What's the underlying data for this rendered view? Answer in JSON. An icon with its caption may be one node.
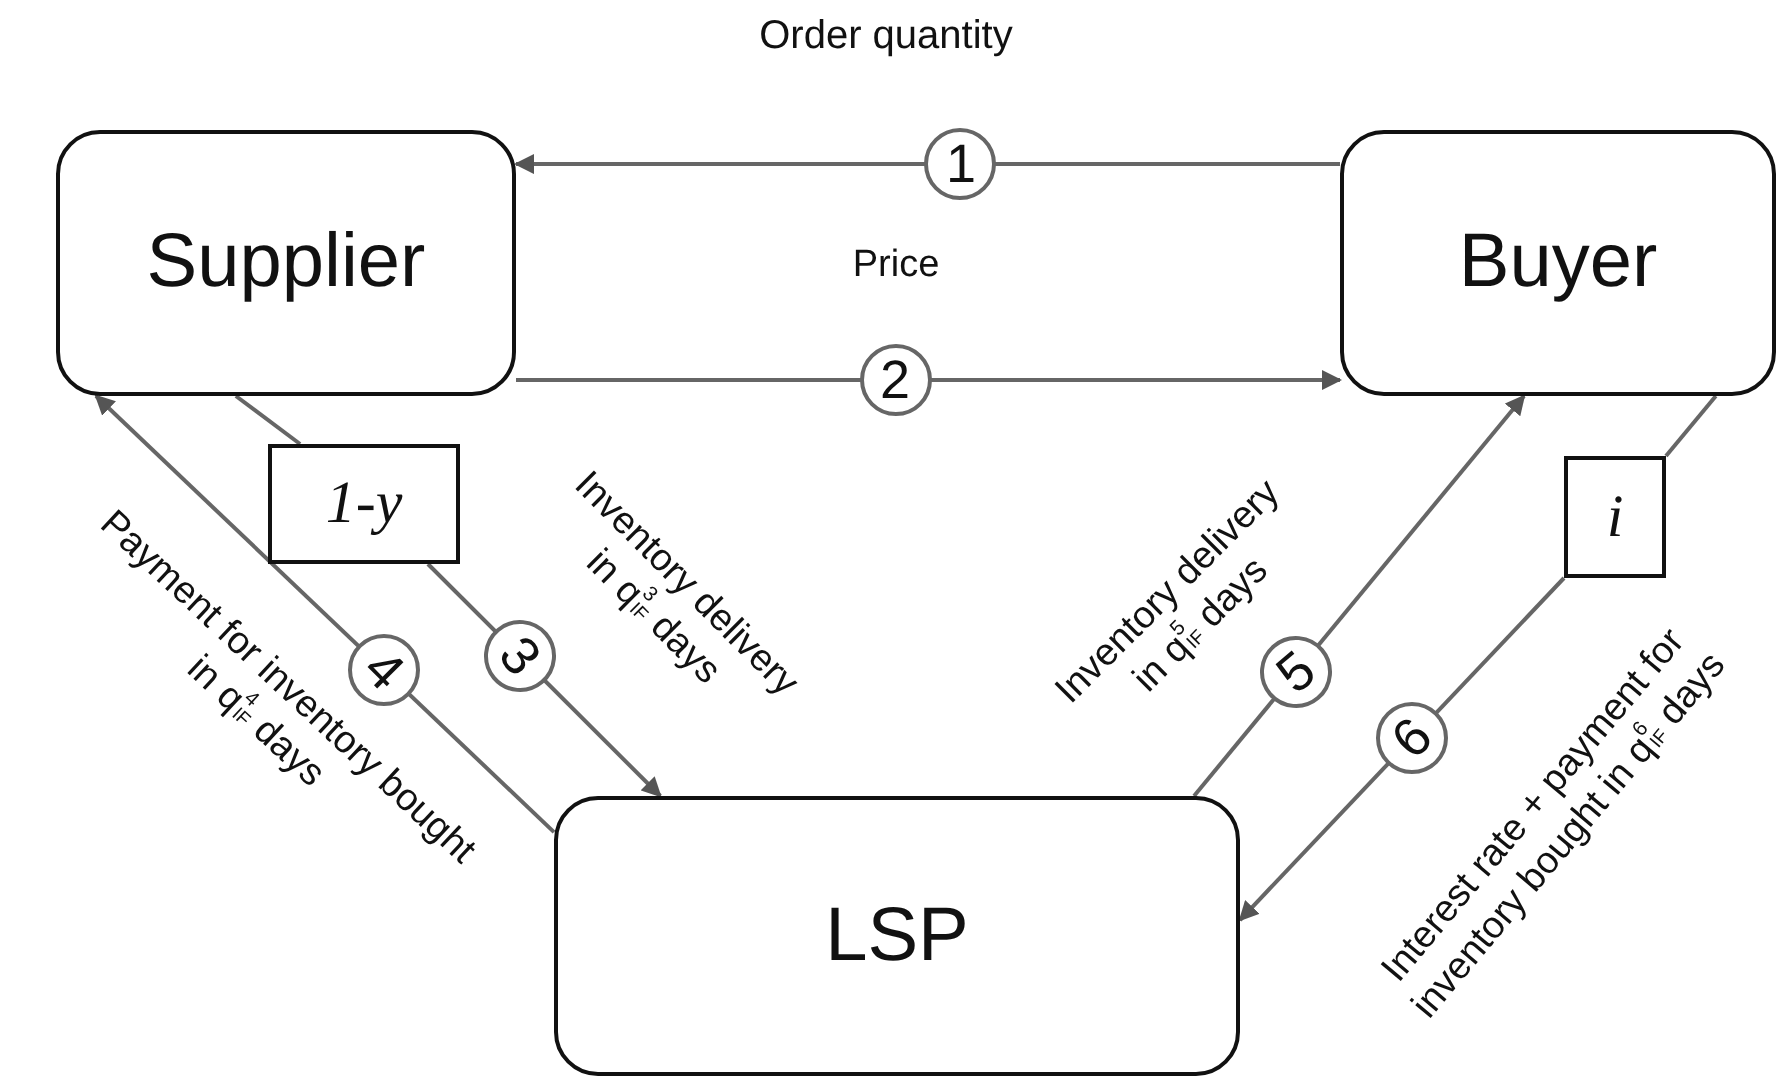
{
  "diagram": {
    "nodes": [
      {
        "text": [
          "Supplier"
        ]
      },
      {
        "text": [
          "Buyer"
        ]
      },
      {
        "text": [
          "LSP"
        ]
      },
      {
        "text": [
          "1-y"
        ]
      },
      {
        "text": [
          "i"
        ]
      }
    ],
    "edges": [
      {
        "from": 1,
        "to": 0,
        "arrow": "to",
        "label": "1"
      },
      {
        "from": 0,
        "to": 1,
        "arrow": "to",
        "label": "2"
      },
      {
        "from": 0,
        "to": 3,
        "arrow": "none"
      },
      {
        "from": 3,
        "to": 2,
        "arrow": "to",
        "label": "3"
      },
      {
        "from": 2,
        "to": 0,
        "arrow": "to",
        "label": "4"
      },
      {
        "from": 2,
        "to": 1,
        "arrow": "to",
        "label": "5"
      },
      {
        "from": 1,
        "to": 4,
        "arrow": "none"
      },
      {
        "from": 4,
        "to": 2,
        "arrow": "to",
        "label": "6"
      }
    ],
    "labels": [
      "Order quantity",
      "Price",
      "Payment for inventory bought in q$^{4}$$_{IF}$ days",
      "Inventory delivery in q$^{3}$$_{IF}$ days",
      "Inventory delivery in q$^{5}$$_{IF}$ days",
      "Interest rate + payment for inventory bought in q$^{6}$$_{IF}$ days"
    ]
  }
}
